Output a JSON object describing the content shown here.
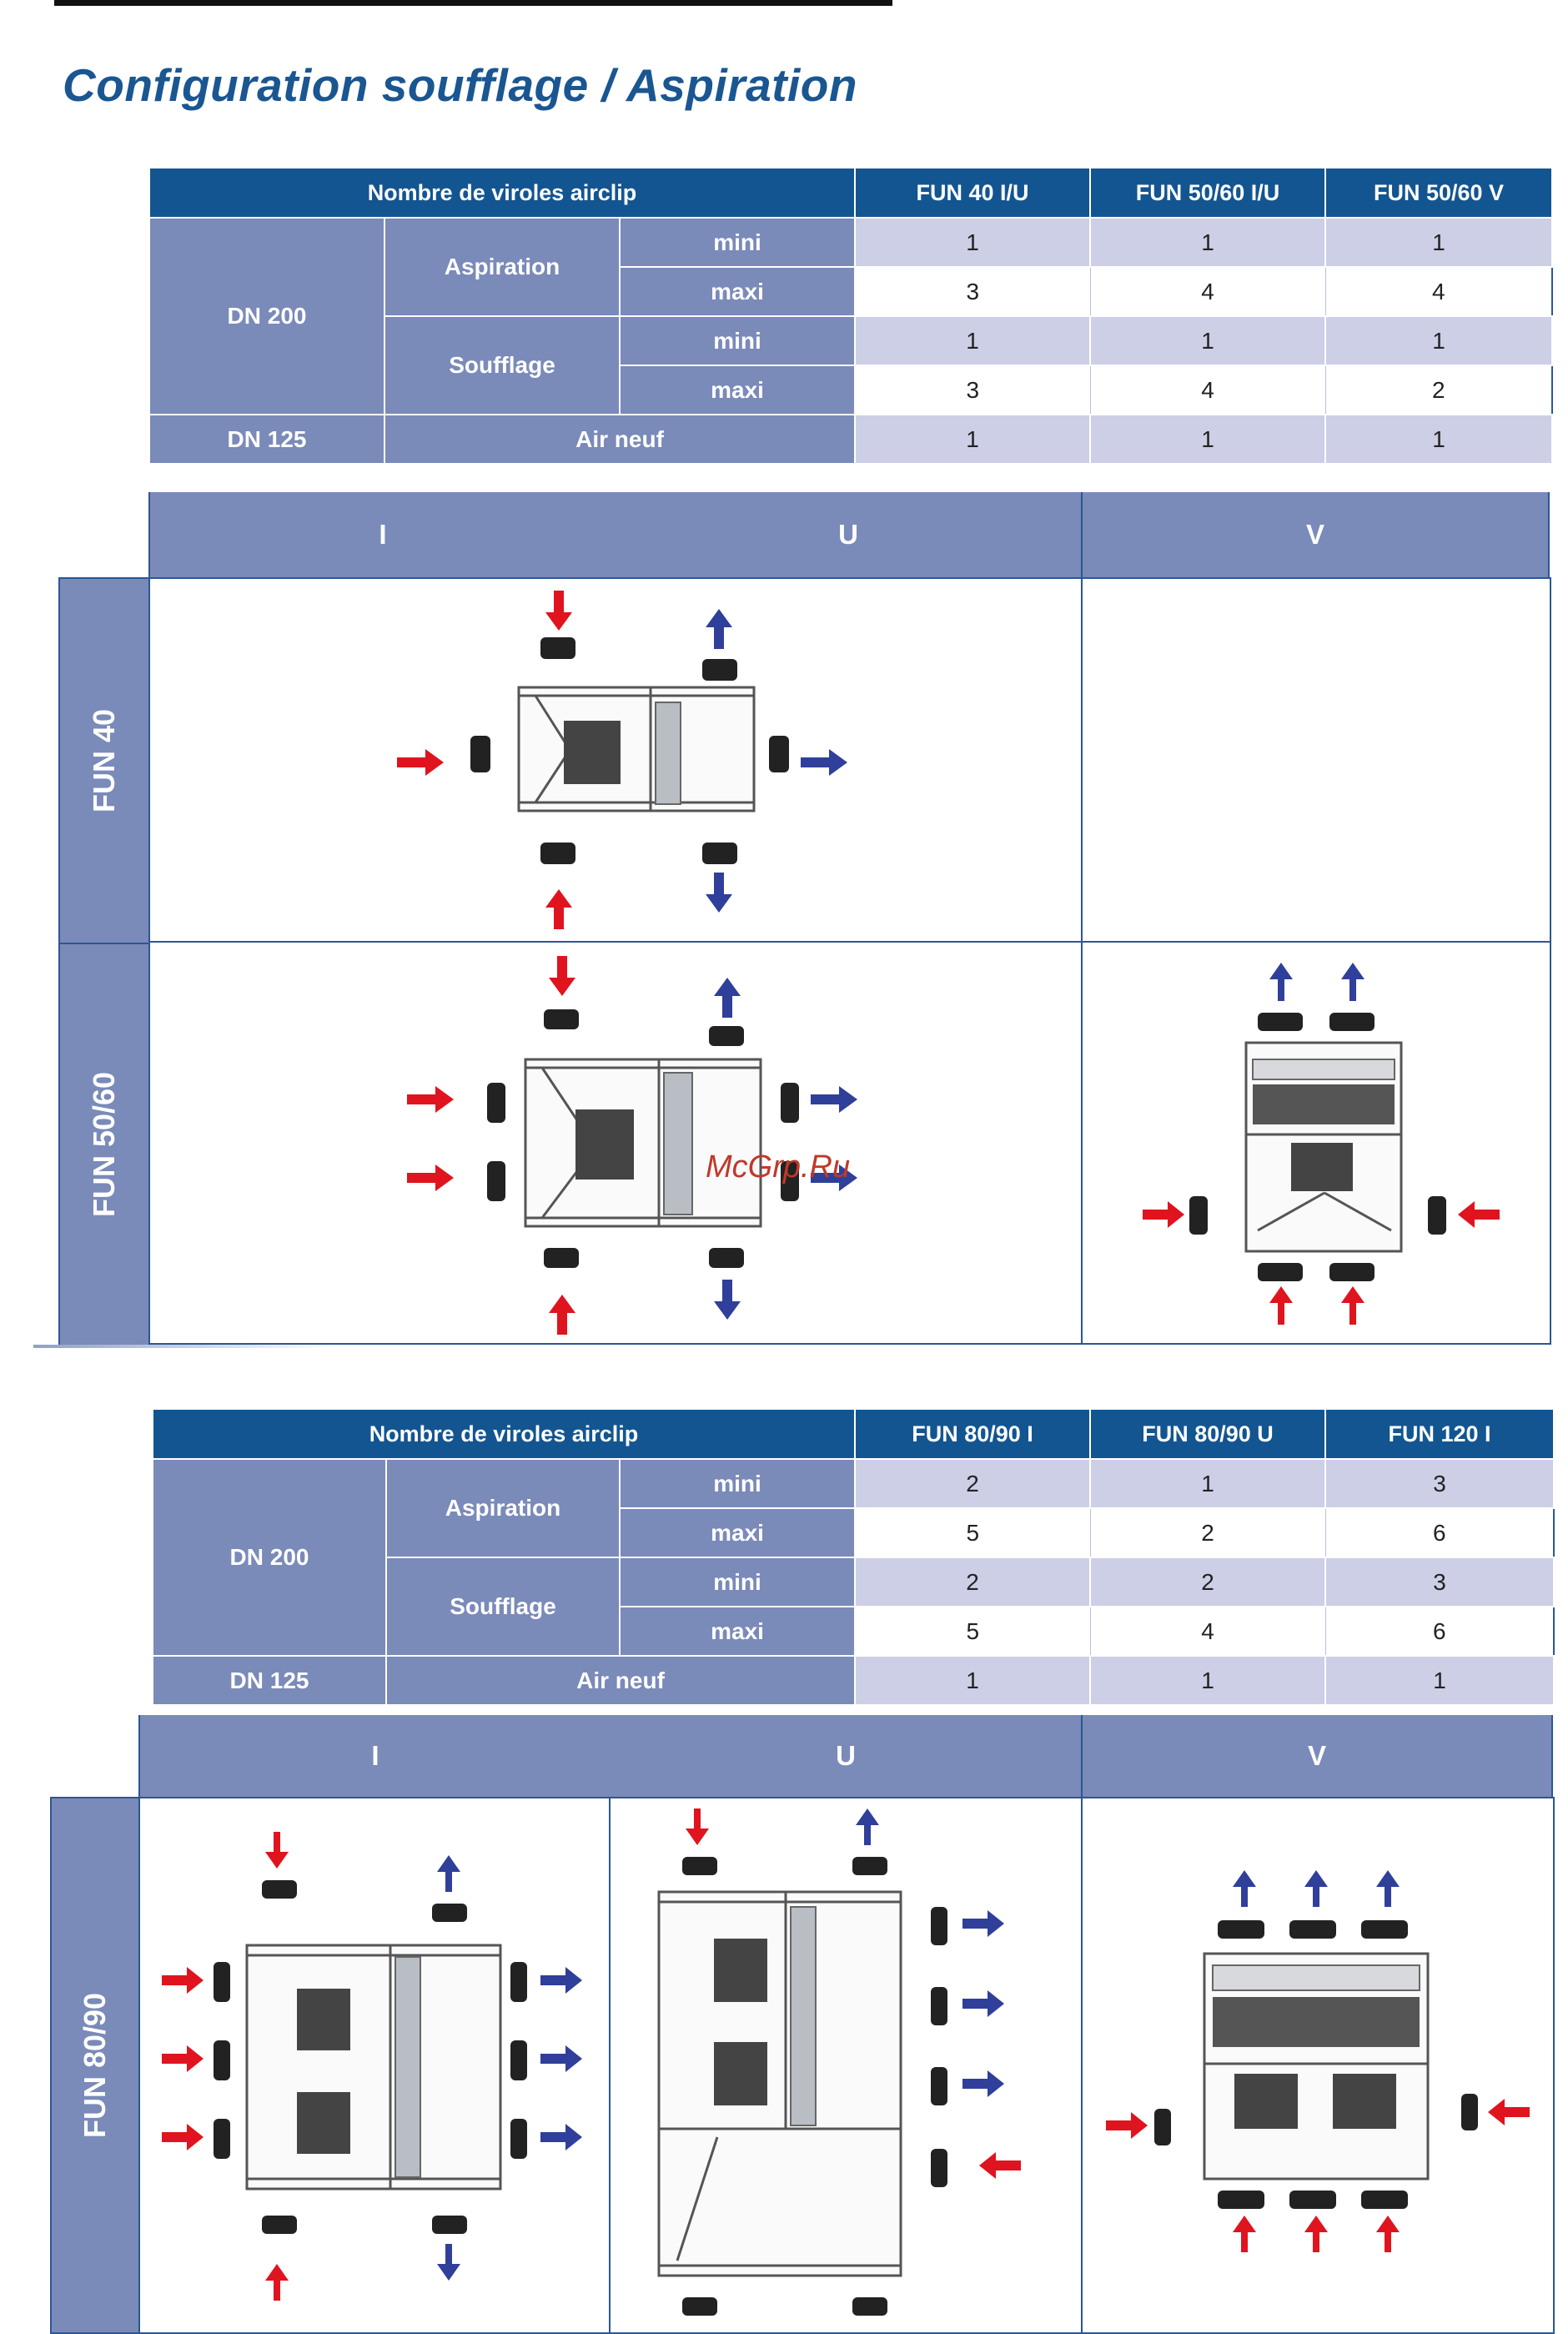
{
  "title": "Configuration soufflage / Aspiration",
  "watermark": "McGrp.Ru",
  "table1": {
    "header": "Nombre de viroles airclip",
    "models": [
      "FUN 40 I/U",
      "FUN 50/60 I/U",
      "FUN 50/60 V"
    ],
    "dn200": "DN 200",
    "dn125": "DN 125",
    "aspiration": "Aspiration",
    "soufflage": "Soufflage",
    "mini": "mini",
    "maxi": "maxi",
    "air_neuf": "Air neuf",
    "rows": {
      "asp_mini": [
        "1",
        "1",
        "1"
      ],
      "asp_maxi": [
        "3",
        "4",
        "4"
      ],
      "souf_mini": [
        "1",
        "1",
        "1"
      ],
      "souf_maxi": [
        "3",
        "4",
        "2"
      ],
      "air_neuf": [
        "1",
        "1",
        "1"
      ]
    }
  },
  "panel1": {
    "cols": [
      "I",
      "U",
      "V"
    ],
    "rows": [
      "FUN 40",
      "FUN 50/60"
    ]
  },
  "table2": {
    "header": "Nombre de viroles airclip",
    "models": [
      "FUN 80/90 I",
      "FUN 80/90 U",
      "FUN 120 I"
    ],
    "dn200": "DN 200",
    "dn125": "DN 125",
    "aspiration": "Aspiration",
    "soufflage": "Soufflage",
    "mini": "mini",
    "maxi": "maxi",
    "air_neuf": "Air neuf",
    "rows": {
      "asp_mini": [
        "2",
        "1",
        "3"
      ],
      "asp_maxi": [
        "5",
        "2",
        "6"
      ],
      "souf_mini": [
        "2",
        "2",
        "3"
      ],
      "souf_maxi": [
        "5",
        "4",
        "6"
      ],
      "air_neuf": [
        "1",
        "1",
        "1"
      ]
    }
  },
  "panel2": {
    "cols": [
      "I",
      "U",
      "V"
    ],
    "rows": [
      "FUN 80/90"
    ]
  },
  "colors": {
    "header_blue": "#135591",
    "label_blue": "#7a8ab9",
    "band_light": "#cccfe6",
    "title_blue": "#1a5691",
    "arrow_red": "#e0141e",
    "arrow_blue": "#2f3f9a"
  }
}
